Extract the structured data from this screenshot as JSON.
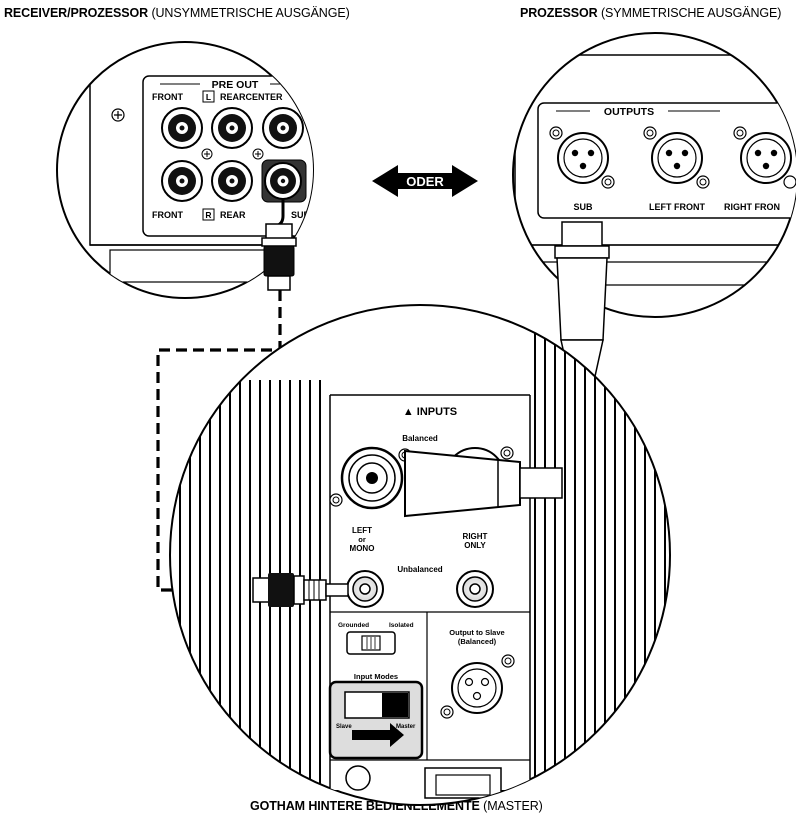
{
  "captions": {
    "top_left_bold": "RECEIVER/PROZESSOR",
    "top_left_normal": "(UNSYMMETRISCHE AUSGÄNGE)",
    "top_right_bold": "PROZESSOR",
    "top_right_normal": "(SYMMETRISCHE AUSGÄNGE)",
    "bottom_bold": "GOTHAM HINTERE BEDIENELEMENTE",
    "bottom_normal": "(MASTER)"
  },
  "receiver_panel": {
    "header": "PRE OUT",
    "front_top": "FRONT",
    "l_badge": "L",
    "rear_center": "REARCENTER",
    "front_bottom": "FRONT",
    "r_badge": "R",
    "rear_bottom": "REAR",
    "sub": "SUB"
  },
  "processor_panel": {
    "header": "OUTPUTS",
    "sub": "SUB",
    "left_front": "LEFT FRONT",
    "right_front": "RIGHT FRON"
  },
  "oder_label": "ODER",
  "gotham_panel": {
    "inputs_header": "▲ INPUTS",
    "balanced": "Balanced",
    "left_line1": "LEFT",
    "left_line2": "or",
    "left_line3": "MONO",
    "right_line1": "RIGHT",
    "right_line2": "ONLY",
    "unbalanced": "Unbalanced",
    "grounded": "Grounded",
    "isolated": "Isolated",
    "output_slave_line1": "Output to Slave",
    "output_slave_line2": "(Balanced)",
    "input_modes": "Input Modes",
    "slave": "Slave",
    "master": "Master"
  }
}
